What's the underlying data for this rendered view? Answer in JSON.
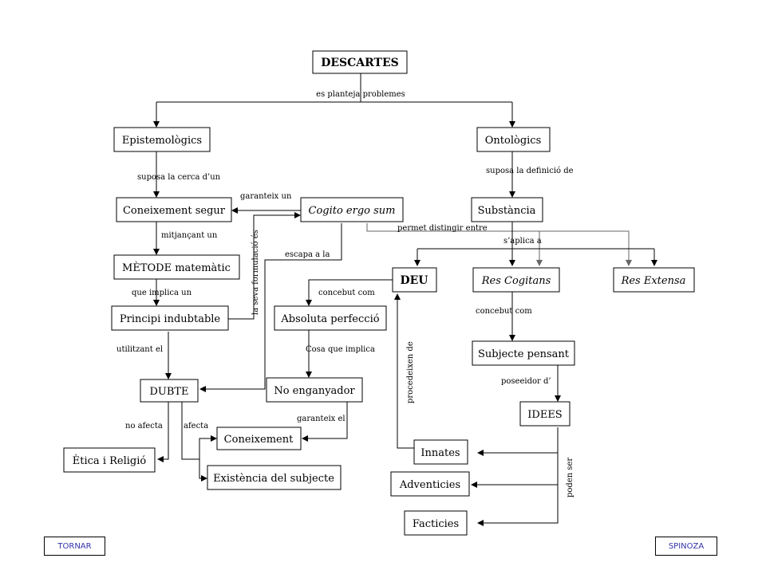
{
  "nodes": {
    "descartes": "DESCARTES",
    "epistemologics": "Epistemològics",
    "ontologics": "Ontològics",
    "coneixement_segur": "Coneixement segur",
    "cogito": "Cogito ergo sum",
    "substancia": "Substància",
    "metode": "MÈTODE matemàtic",
    "deu": "DEU",
    "res_cogitans": "Res Cogitans",
    "res_extensa": "Res Extensa",
    "principi": "Principi indubtable",
    "absoluta": "Absoluta perfecció",
    "subjecte_pensant": "Subjecte pensant",
    "dubte": "DUBTE",
    "no_enganyador": "No enganyador",
    "idees": "IDEES",
    "coneixement": "Coneixement",
    "etica": "Ètica i Religió",
    "existencia": "Existència del subjecte",
    "innates": "Innates",
    "adventicies": "Adventicies",
    "facticies": "Facticies"
  },
  "edges": {
    "es_planteja": "es planteja  problemes",
    "suposa_cerca": "suposa  la cerca d’un",
    "suposa_definicio": "suposa  la definició de",
    "garanteix_un": "garanteix un",
    "mitjancant": "mitjançant un",
    "permet": "permet distingir entre",
    "s_aplica": "s’aplica  a",
    "la_seva": "la seva formulació és",
    "escapa": "escapa a la",
    "que_implica": "que   implica un",
    "concebut_com_1": "concebut com",
    "concebut_com_2": "concebut com",
    "utilitzant": "utilitzant el",
    "cosa_implica": "Cosa que implica",
    "procedeixen": "procedeixen de",
    "posseidor": "poseeidor d’",
    "no_afecta": "no afecta",
    "afecta": "afecta",
    "garanteix_el": "garanteix el",
    "poden_ser": "poden ser"
  },
  "nav": {
    "back": "TORNAR",
    "next": "SPINOZA"
  }
}
